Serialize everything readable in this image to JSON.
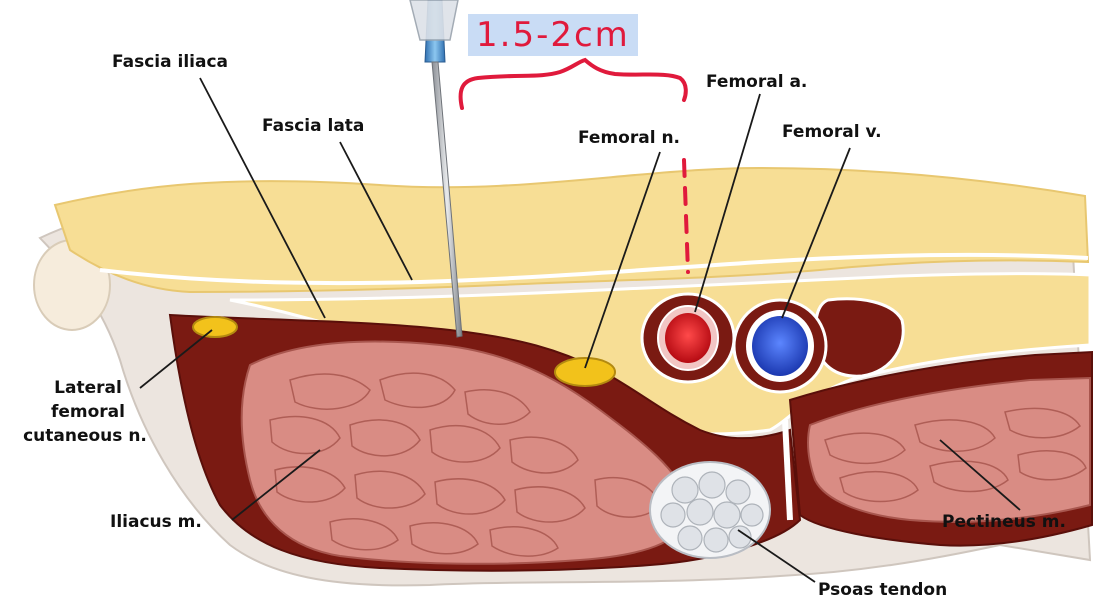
{
  "annotation": {
    "measurement": "1.5-2cm"
  },
  "labels": {
    "fascia_iliaca": "Fascia iliaca",
    "fascia_lata": "Fascia lata",
    "femoral_a": "Femoral a.",
    "femoral_n": "Femoral n.",
    "femoral_v": "Femoral v.",
    "lateral_fem_cut_1": "Lateral",
    "lateral_fem_cut_2": "femoral",
    "lateral_fem_cut_3": "cutaneous n.",
    "iliacus": "Iliacus m.",
    "pectineus": "Pectineus m.",
    "psoas_tendon": "Psoas tendon"
  },
  "colors": {
    "annotation_red": "#e01a3c",
    "annotation_highlight": "#c9dcf5",
    "fat": "#f5d98a",
    "muscle": "#d98c84",
    "muscle_dark": "#7a1a12",
    "artery": "#d4111b",
    "vein": "#2a4fd1",
    "nerve": "#f2c21b",
    "tendon": "#e6e8ec",
    "needle_hub": "#4f9bd8"
  }
}
